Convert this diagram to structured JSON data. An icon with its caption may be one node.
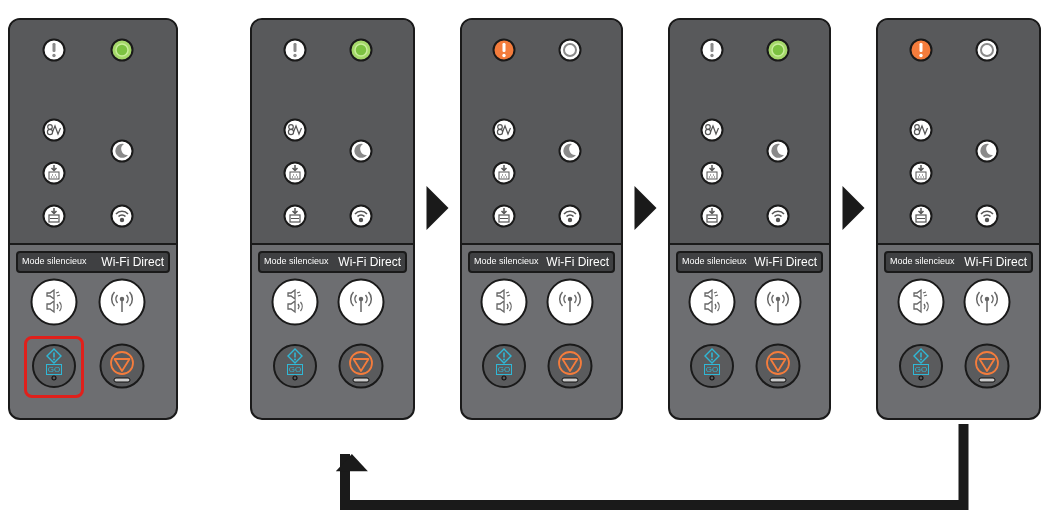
{
  "diagram": {
    "nodes": [
      {
        "text": [
          "Mode silencieux",
          "Wi-Fi Direct"
        ]
      },
      {
        "text": [
          "Mode silencieux",
          "Wi-Fi Direct"
        ]
      },
      {
        "text": [
          "Mode silencieux",
          "Wi-Fi Direct"
        ]
      },
      {
        "text": [
          "Mode silencieux",
          "Wi-Fi Direct"
        ]
      },
      {
        "text": [
          "Mode silencieux",
          "Wi-Fi Direct"
        ]
      }
    ],
    "edges": [
      {
        "from": 1,
        "to": 2,
        "arrow": "to"
      },
      {
        "from": 2,
        "to": 3,
        "arrow": "to"
      },
      {
        "from": 3,
        "to": 4,
        "arrow": "to"
      },
      {
        "from": 4,
        "to": 1,
        "arrow": "to"
      }
    ],
    "labels": [
      "GO",
      "GO",
      "GO",
      "GO",
      "GO"
    ]
  }
}
